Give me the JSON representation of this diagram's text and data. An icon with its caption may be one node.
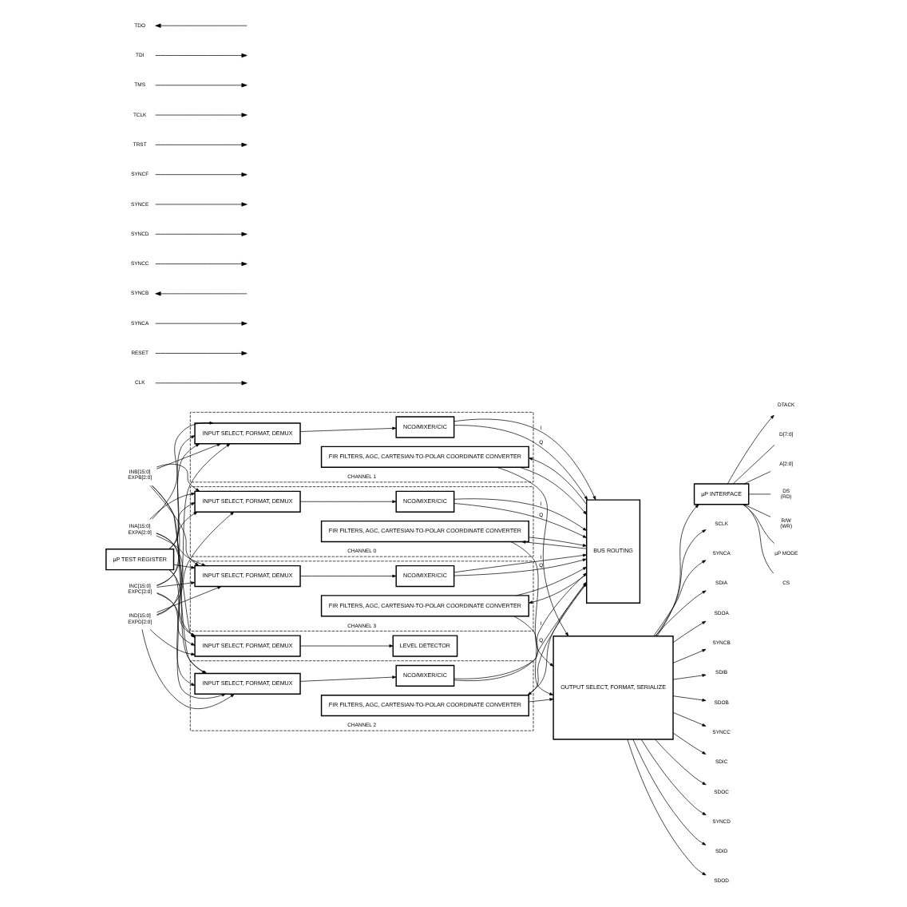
{
  "diagram": {
    "nodes": [
      {
        "text": [
          "µP TEST REGISTER"
        ]
      },
      {
        "text": [
          "INPUT SELECT, FORMAT, DEMUX"
        ]
      },
      {
        "text": [
          "LEVEL DETECTOR"
        ]
      },
      {
        "text": [
          "CHANNEL 0"
        ]
      },
      {
        "text": [
          "INPUT SELECT, FORMAT, DEMUX"
        ],
        "in": 3
      },
      {
        "text": [
          "NCO/MIXER/CIC"
        ],
        "in": 3
      },
      {
        "text": [
          "FIR FILTERS, AGC, CARTESIAN-TO-POLAR COORDINATE CONVERTER"
        ],
        "in": 3
      },
      {
        "text": [
          "CHANNEL 1"
        ]
      },
      {
        "text": [
          "INPUT SELECT, FORMAT, DEMUX"
        ],
        "in": 7
      },
      {
        "text": [
          "NCO/MIXER/CIC"
        ],
        "in": 7
      },
      {
        "text": [
          "FIR FILTERS, AGC, CARTESIAN-TO-POLAR COORDINATE CONVERTER"
        ],
        "in": 7
      },
      {
        "text": [
          "CHANNEL 2"
        ]
      },
      {
        "text": [
          "INPUT SELECT, FORMAT, DEMUX"
        ],
        "in": 11
      },
      {
        "text": [
          "NCO/MIXER/CIC"
        ],
        "in": 11
      },
      {
        "text": [
          "FIR FILTERS, AGC, CARTESIAN-TO-POLAR COORDINATE CONVERTER"
        ],
        "in": 11
      },
      {
        "text": [
          "CHANNEL 3"
        ]
      },
      {
        "text": [
          "INPUT SELECT, FORMAT, DEMUX"
        ],
        "in": 15
      },
      {
        "text": [
          "NCO/MIXER/CIC"
        ],
        "in": 15
      },
      {
        "text": [
          "FIR FILTERS, AGC, CARTESIAN-TO-POLAR COORDINATE CONVERTER"
        ],
        "in": 15
      },
      {
        "text": [
          "BUS ROUTING"
        ]
      },
      {
        "text": [
          "OUTPUT SELECT, FORMAT, SERIALIZE"
        ]
      },
      {
        "text": [
          "µP INTERFACE"
        ]
      },
      {
        "text": [
          "INA[15:0]",
          "EXPA[2:0]"
        ]
      },
      {
        "text": [
          "INB[15:0]",
          "EXPB[2:0]"
        ]
      },
      {
        "text": [
          "INC[15:0]",
          "EXPC[2:0]"
        ]
      },
      {
        "text": [
          "IND[15:0]",
          "EXPD[2:0]"
        ]
      },
      {
        "text": [
          "SCLK"
        ]
      },
      {
        "text": [
          "SYNCA"
        ]
      },
      {
        "text": [
          "SDIA"
        ]
      },
      {
        "text": [
          "SDOA"
        ]
      },
      {
        "text": [
          "SYNCB"
        ]
      },
      {
        "text": [
          "SDIB"
        ]
      },
      {
        "text": [
          "SDOB"
        ]
      },
      {
        "text": [
          "SYNCC"
        ]
      },
      {
        "text": [
          "SDIC"
        ]
      },
      {
        "text": [
          "SDOC"
        ]
      },
      {
        "text": [
          "SYNCD"
        ]
      },
      {
        "text": [
          "SDID"
        ]
      },
      {
        "text": [
          "SDOD"
        ]
      },
      {
        "text": [
          "DTACK"
        ]
      },
      {
        "text": [
          "D[7:0]"
        ]
      },
      {
        "text": [
          "A[2:0]"
        ]
      },
      {
        "text": [
          "DS",
          "(RD)"
        ]
      },
      {
        "text": [
          "R/W",
          "(WR)"
        ]
      },
      {
        "text": [
          "µP MODE"
        ]
      },
      {
        "text": [
          "CS"
        ]
      },
      {
        "text": [
          "CLK"
        ]
      },
      {
        "text": [
          "RESET"
        ]
      },
      {
        "text": [
          "SYNCA"
        ]
      },
      {
        "text": [
          "SYNCB"
        ]
      },
      {
        "text": [
          "SYNCC"
        ]
      },
      {
        "text": [
          "SYNCD"
        ]
      },
      {
        "text": [
          "SYNCE"
        ]
      },
      {
        "text": [
          "SYNCF"
        ]
      },
      {
        "text": [
          "TRST"
        ]
      },
      {
        "text": [
          "TCLK"
        ]
      },
      {
        "text": [
          "TMS"
        ]
      },
      {
        "text": [
          "TDI"
        ]
      },
      {
        "text": [
          "TDO"
        ]
      }
    ],
    "edges": [
      {
        "from": 0,
        "to": 1,
        "arrow": "to"
      },
      {
        "from": 0,
        "to": 4,
        "arrow": "to"
      },
      {
        "from": 0,
        "to": 8,
        "arrow": "to"
      },
      {
        "from": 0,
        "to": 12,
        "arrow": "to"
      },
      {
        "from": 0,
        "to": 16,
        "arrow": "to"
      },
      {
        "from": 22,
        "to": 1,
        "arrow": "to"
      },
      {
        "from": 22,
        "to": 4,
        "arrow": "to"
      },
      {
        "from": 22,
        "to": 8,
        "arrow": "to"
      },
      {
        "from": 22,
        "to": 12,
        "arrow": "to"
      },
      {
        "from": 22,
        "to": 16,
        "arrow": "to"
      },
      {
        "from": 23,
        "to": 1,
        "arrow": "to"
      },
      {
        "from": 23,
        "to": 4,
        "arrow": "to"
      },
      {
        "from": 23,
        "to": 8,
        "arrow": "to"
      },
      {
        "from": 23,
        "to": 12,
        "arrow": "to"
      },
      {
        "from": 23,
        "to": 16,
        "arrow": "to"
      },
      {
        "from": 24,
        "to": 1,
        "arrow": "to"
      },
      {
        "from": 24,
        "to": 4,
        "arrow": "to"
      },
      {
        "from": 24,
        "to": 8,
        "arrow": "to"
      },
      {
        "from": 24,
        "to": 12,
        "arrow": "to"
      },
      {
        "from": 24,
        "to": 16,
        "arrow": "to"
      },
      {
        "from": 25,
        "to": 1,
        "arrow": "to"
      },
      {
        "from": 25,
        "to": 4,
        "arrow": "to"
      },
      {
        "from": 25,
        "to": 8,
        "arrow": "to"
      },
      {
        "from": 25,
        "to": 12,
        "arrow": "to"
      },
      {
        "from": 25,
        "to": 16,
        "arrow": "to"
      },
      {
        "from": 1,
        "to": 2,
        "arrow": "to"
      },
      {
        "from": 4,
        "to": 5,
        "arrow": "to"
      },
      {
        "from": 8,
        "to": 9,
        "arrow": "to"
      },
      {
        "from": 12,
        "to": 13,
        "arrow": "to"
      },
      {
        "from": 16,
        "to": 17,
        "arrow": "to"
      },
      {
        "from": 5,
        "to": 19,
        "label": "I",
        "arrow": "to"
      },
      {
        "from": 5,
        "to": 19,
        "label": "Q",
        "arrow": "to"
      },
      {
        "from": 9,
        "to": 19,
        "label": "I",
        "arrow": "to"
      },
      {
        "from": 9,
        "to": 19,
        "label": "Q",
        "arrow": "to"
      },
      {
        "from": 13,
        "to": 19,
        "label": "I",
        "arrow": "to"
      },
      {
        "from": 13,
        "to": 19,
        "label": "Q",
        "arrow": "to"
      },
      {
        "from": 17,
        "to": 19,
        "label": "I",
        "arrow": "to"
      },
      {
        "from": 17,
        "to": 19,
        "label": "Q",
        "arrow": "to"
      },
      {
        "from": 19,
        "to": 6,
        "arrow": "to"
      },
      {
        "from": 19,
        "to": 10,
        "arrow": "to"
      },
      {
        "from": 19,
        "to": 14,
        "arrow": "to"
      },
      {
        "from": 19,
        "to": 18,
        "arrow": "to"
      },
      {
        "from": 6,
        "to": 20,
        "arrow": "to"
      },
      {
        "from": 10,
        "to": 20,
        "arrow": "to"
      },
      {
        "from": 14,
        "to": 20,
        "arrow": "to"
      },
      {
        "from": 18,
        "to": 20,
        "arrow": "to"
      },
      {
        "from": 6,
        "to": 19,
        "arrow": "to"
      },
      {
        "from": 10,
        "to": 19,
        "arrow": "to"
      },
      {
        "from": 14,
        "to": 19,
        "arrow": "to"
      },
      {
        "from": 18,
        "to": 19,
        "arrow": "to"
      },
      {
        "from": 20,
        "to": 26,
        "arrow": "to"
      },
      {
        "from": 20,
        "to": 27,
        "arrow": "to"
      },
      {
        "from": 20,
        "to": 28,
        "arrow": "to"
      },
      {
        "from": 20,
        "to": 29,
        "arrow": "to"
      },
      {
        "from": 20,
        "to": 30,
        "arrow": "to"
      },
      {
        "from": 20,
        "to": 31,
        "arrow": "to"
      },
      {
        "from": 20,
        "to": 32,
        "arrow": "to"
      },
      {
        "from": 20,
        "to": 33,
        "arrow": "to"
      },
      {
        "from": 20,
        "to": 34,
        "arrow": "to"
      },
      {
        "from": 20,
        "to": 35,
        "arrow": "to"
      },
      {
        "from": 20,
        "to": 36,
        "arrow": "to"
      },
      {
        "from": 20,
        "to": 37,
        "arrow": "to"
      },
      {
        "from": 20,
        "to": 38,
        "arrow": "to"
      },
      {
        "from": 20,
        "to": 21,
        "arrow": "to"
      },
      {
        "from": 21,
        "to": 39,
        "arrow": "to"
      },
      {
        "from": 21,
        "to": 40,
        "arrow": "none"
      },
      {
        "from": 21,
        "to": 41,
        "arrow": "none"
      },
      {
        "from": 21,
        "to": 42,
        "arrow": "none"
      },
      {
        "from": 21,
        "to": 43,
        "arrow": "none"
      },
      {
        "from": 21,
        "to": 44,
        "arrow": "none"
      },
      {
        "from": 21,
        "to": 45,
        "arrow": "none"
      },
      {
        "from": 46,
        "to": null,
        "arrow": "to"
      },
      {
        "from": 47,
        "to": null,
        "arrow": "to"
      },
      {
        "from": 48,
        "to": null,
        "arrow": "to"
      },
      {
        "from": null,
        "to": 49,
        "arrow": "to"
      },
      {
        "from": 50,
        "to": null,
        "arrow": "to"
      },
      {
        "from": 51,
        "to": null,
        "arrow": "to"
      },
      {
        "from": 52,
        "to": null,
        "arrow": "to"
      },
      {
        "from": 53,
        "to": null,
        "arrow": "to"
      },
      {
        "from": 54,
        "to": null,
        "arrow": "to"
      },
      {
        "from": 55,
        "to": null,
        "arrow": "to"
      },
      {
        "from": 56,
        "to": null,
        "arrow": "to"
      },
      {
        "from": 57,
        "to": null,
        "arrow": "to"
      },
      {
        "from": null,
        "to": 58,
        "arrow": "to"
      }
    ]
  }
}
